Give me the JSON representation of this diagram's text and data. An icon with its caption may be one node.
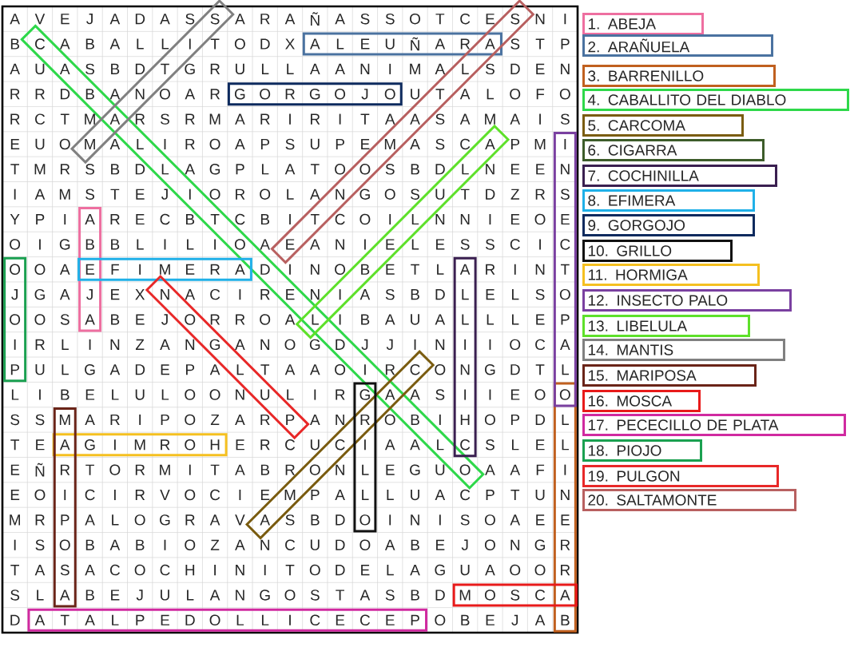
{
  "diagram": {
    "nodes": [
      {
        "text": [
          "1. ABEJA"
        ]
      },
      {
        "text": [
          "2. ARAÑUELA"
        ]
      },
      {
        "text": [
          "3. BARRENILLO"
        ]
      },
      {
        "text": [
          "4. CABALLITO DEL DIABLO"
        ]
      },
      {
        "text": [
          "5. CARCOMA"
        ]
      },
      {
        "text": [
          "6. CIGARRA"
        ]
      },
      {
        "text": [
          "7. COCHINILLA"
        ]
      },
      {
        "text": [
          "8. EFIMERA"
        ]
      },
      {
        "text": [
          "9. GORGOJO"
        ]
      },
      {
        "text": [
          "10. GRILLO"
        ]
      },
      {
        "text": [
          "11. HORMIGA"
        ]
      },
      {
        "text": [
          "12. INSECTO PALO"
        ]
      },
      {
        "text": [
          "13. LIBELULA"
        ]
      },
      {
        "text": [
          "14. MANTIS"
        ]
      },
      {
        "text": [
          "15. MARIPOSA"
        ]
      },
      {
        "text": [
          "16. MOSCA"
        ]
      },
      {
        "text": [
          "17. PECECILLO DE PLATA"
        ]
      },
      {
        "text": [
          "18. PIOJO"
        ]
      },
      {
        "text": [
          "19. PULGON"
        ]
      },
      {
        "text": [
          "20. SALTAMONTE"
        ]
      }
    ],
    "labels": [
      "A",
      "V",
      "E",
      "J",
      "A",
      "D",
      "A",
      "S",
      "S",
      "A",
      "R",
      "A",
      "Ñ",
      "A",
      "S",
      "S",
      "O",
      "T",
      "C",
      "E",
      "S",
      "N",
      "I",
      "B",
      "C",
      "A",
      "B",
      "A",
      "L",
      "L",
      "I",
      "T",
      "O",
      "D",
      "X",
      "A",
      "L",
      "E",
      "U",
      "Ñ",
      "A",
      "R",
      "A",
      "S",
      "T",
      "P",
      "A",
      "U",
      "A",
      "S",
      "B",
      "D",
      "T",
      "G",
      "R",
      "U",
      "L",
      "L",
      "A",
      "A",
      "N",
      "I",
      "M",
      "A",
      "L",
      "S",
      "D",
      "E",
      "N",
      "R",
      "R",
      "D",
      "B",
      "A",
      "N",
      "O",
      "A",
      "R",
      "G",
      "O",
      "R",
      "G",
      "O",
      "J",
      "O",
      "U",
      "T",
      "A",
      "L",
      "O",
      "F",
      "O",
      "R",
      "C",
      "T",
      "M",
      "A",
      "R",
      "S",
      "R",
      "M",
      "A",
      "R",
      "I",
      "R",
      "I",
      "T",
      "A",
      "A",
      "S",
      "A",
      "M",
      "A",
      "I",
      "S",
      "E",
      "U",
      "O",
      "M",
      "A",
      "L",
      "I",
      "R",
      "O",
      "A",
      "P",
      "S",
      "U",
      "P",
      "E",
      "M",
      "A",
      "S",
      "C",
      "A",
      "P",
      "M",
      "I",
      "T",
      "M",
      "R",
      "S",
      "B",
      "D",
      "L",
      "A",
      "G",
      "P",
      "L",
      "A",
      "T",
      "O",
      "O",
      "S",
      "B",
      "D",
      "L",
      "N",
      "E",
      "E",
      "N",
      "I",
      "A",
      "M",
      "S",
      "T",
      "E",
      "J",
      "I",
      "O",
      "R",
      "O",
      "L",
      "A",
      "N",
      "G",
      "O",
      "S",
      "U",
      "T",
      "D",
      "Z",
      "R",
      "S",
      "Y",
      "P",
      "I",
      "A",
      "R",
      "E",
      "C",
      "B",
      "T",
      "C",
      "B",
      "I",
      "T",
      "C",
      "O",
      "I",
      "L",
      "N",
      "N",
      "I",
      "E",
      "O",
      "E",
      "O",
      "I",
      "G",
      "B",
      "B",
      "L",
      "I",
      "L",
      "I",
      "O",
      "A",
      "E",
      "A",
      "N",
      "I",
      "E",
      "L",
      "E",
      "S",
      "S",
      "C",
      "I",
      "C",
      "O",
      "O",
      "A",
      "E",
      "F",
      "I",
      "M",
      "E",
      "R",
      "A",
      "D",
      "I",
      "N",
      "O",
      "B",
      "E",
      "T",
      "L",
      "A",
      "R",
      "I",
      "N",
      "T",
      "J",
      "G",
      "A",
      "J",
      "E",
      "X",
      "N",
      "A",
      "C",
      "I",
      "R",
      "E",
      "N",
      "I",
      "A",
      "S",
      "B",
      "D",
      "L",
      "E",
      "L",
      "S",
      "O",
      "O",
      "O",
      "S",
      "A",
      "B",
      "E",
      "J",
      "O",
      "R",
      "R",
      "O",
      "A",
      "L",
      "I",
      "B",
      "A",
      "U",
      "A",
      "L",
      "L",
      "L",
      "E",
      "P",
      "I",
      "R",
      "L",
      "I",
      "N",
      "Z",
      "A",
      "N",
      "G",
      "A",
      "N",
      "O",
      "G",
      "D",
      "J",
      "J",
      "I",
      "N",
      "I",
      "I",
      "O",
      "C",
      "A",
      "P",
      "U",
      "L",
      "G",
      "A",
      "D",
      "E",
      "P",
      "A",
      "L",
      "T",
      "A",
      "A",
      "O",
      "I",
      "R",
      "C",
      "O",
      "N",
      "G",
      "D",
      "T",
      "L",
      "L",
      "I",
      "B",
      "E",
      "L",
      "U",
      "L",
      "O",
      "O",
      "N",
      "U",
      "L",
      "I",
      "R",
      "G",
      "A",
      "A",
      "S",
      "I",
      "I",
      "E",
      "O",
      "O",
      "S",
      "S",
      "M",
      "A",
      "R",
      "I",
      "P",
      "O",
      "Z",
      "A",
      "R",
      "P",
      "A",
      "N",
      "R",
      "O",
      "B",
      "I",
      "H",
      "O",
      "P",
      "D",
      "L",
      "T",
      "E",
      "A",
      "G",
      "I",
      "M",
      "R",
      "O",
      "H",
      "E",
      "R",
      "C",
      "U",
      "C",
      "I",
      "A",
      "A",
      "L",
      "C",
      "S",
      "L",
      "E",
      "L",
      "E",
      "Ñ",
      "R",
      "T",
      "O",
      "R",
      "M",
      "I",
      "T",
      "A",
      "B",
      "R",
      "O",
      "N",
      "L",
      "E",
      "G",
      "U",
      "O",
      "A",
      "A",
      "F",
      "I",
      "E",
      "O",
      "I",
      "C",
      "I",
      "R",
      "V",
      "O",
      "C",
      "I",
      "E",
      "M",
      "P",
      "A",
      "L",
      "L",
      "U",
      "A",
      "C",
      "P",
      "T",
      "U",
      "N",
      "M",
      "R",
      "P",
      "A",
      "L",
      "O",
      "G",
      "R",
      "A",
      "V",
      "A",
      "S",
      "B",
      "D",
      "O",
      "I",
      "N",
      "I",
      "S",
      "O",
      "A",
      "E",
      "E",
      "I",
      "S",
      "O",
      "B",
      "A",
      "B",
      "I",
      "O",
      "Z",
      "A",
      "N",
      "C",
      "U",
      "D",
      "O",
      "A",
      "B",
      "E",
      "J",
      "O",
      "N",
      "G",
      "R",
      "T",
      "A",
      "S",
      "A",
      "C",
      "O",
      "C",
      "H",
      "I",
      "N",
      "I",
      "T",
      "O",
      "D",
      "E",
      "L",
      "A",
      "G",
      "U",
      "A",
      "O",
      "O",
      "R",
      "S",
      "L",
      "A",
      "B",
      "E",
      "J",
      "U",
      "L",
      "A",
      "N",
      "G",
      "O",
      "S",
      "T",
      "A",
      "S",
      "B",
      "D",
      "M",
      "O",
      "S",
      "C",
      "A",
      "D",
      "A",
      "T",
      "A",
      "L",
      "P",
      "E",
      "D",
      "O",
      "L",
      "L",
      "I",
      "C",
      "E",
      "C",
      "E",
      "P",
      "O",
      "B",
      "E",
      "J",
      "A",
      "B"
    ]
  }
}
